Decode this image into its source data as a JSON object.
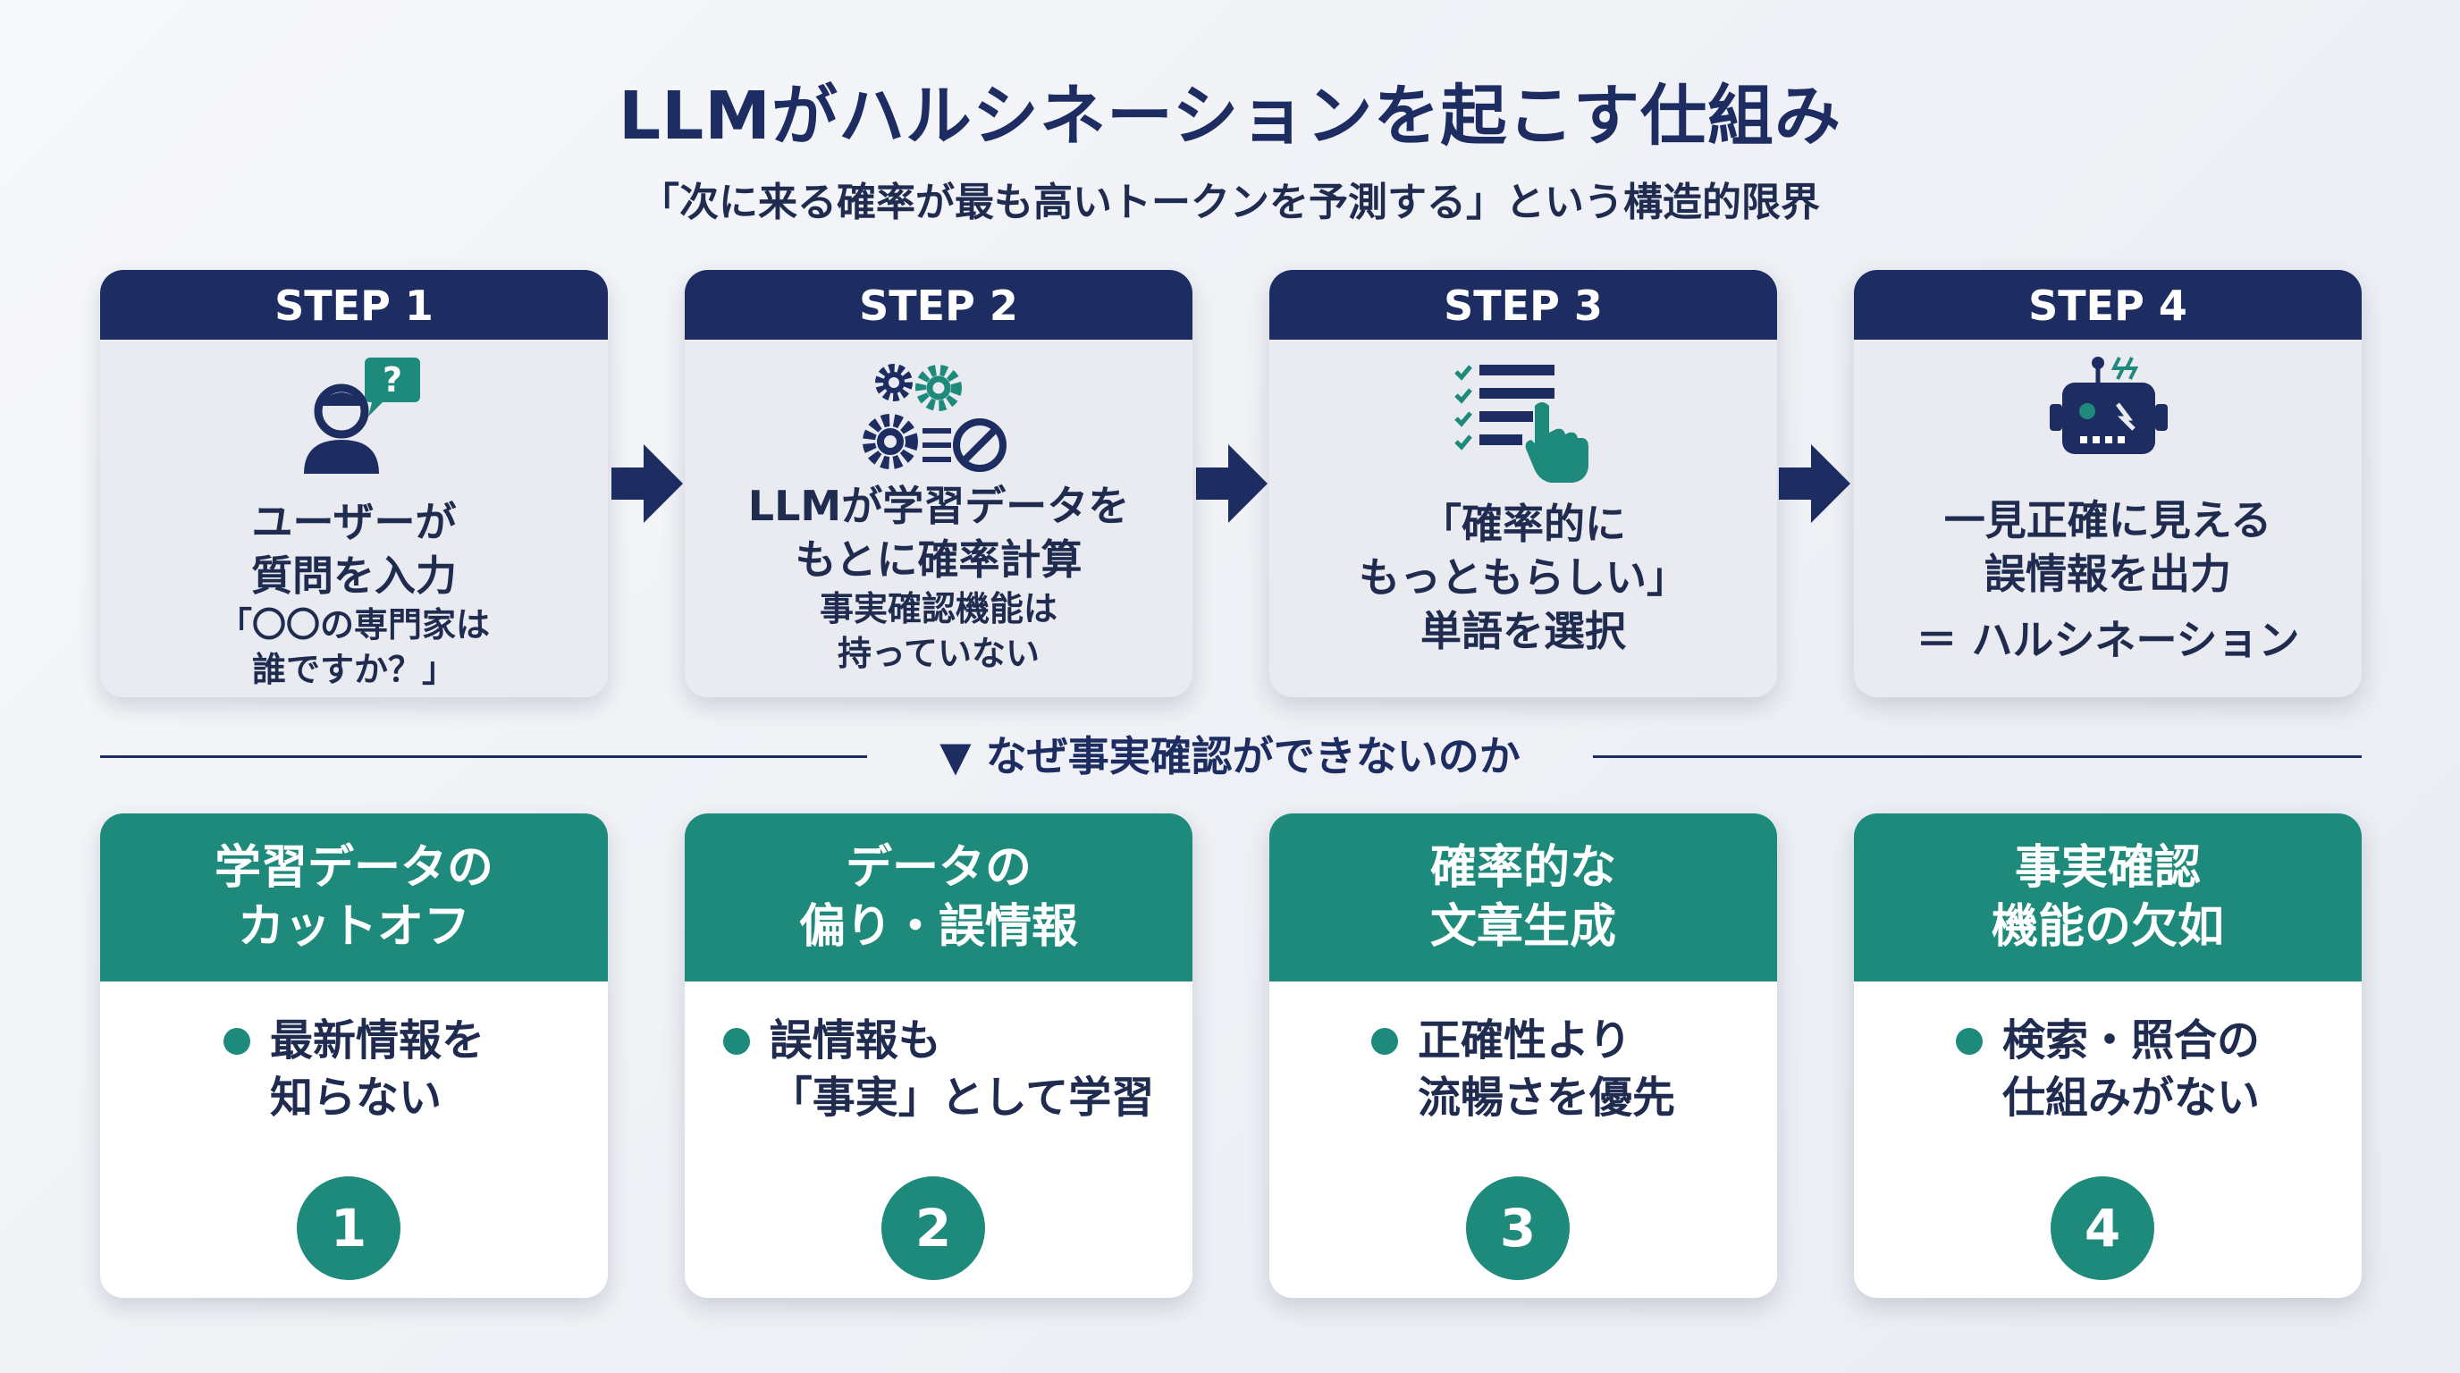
{
  "title": "LLMがハルシネーションを起こす仕組み",
  "subtitle": "「次に来る確率が最も高いトークンを予測する」という構造的限界",
  "steps": [
    {
      "label": "STEP 1",
      "lines": [
        "ユーザーが",
        "質問を入力"
      ],
      "sub": [
        "「〇〇の専門家は",
        "誰ですか？」"
      ],
      "icon": "user-question-icon"
    },
    {
      "label": "STEP 2",
      "lines": [
        "LLMが学習データを",
        "もとに確率計算"
      ],
      "sub": [
        "事実確認機能は",
        "持っていない"
      ],
      "icon": "gears-no-icon"
    },
    {
      "label": "STEP 3",
      "lines": [
        "「確率的に",
        "もっともらしい」",
        "単語を選択"
      ],
      "sub": [],
      "icon": "checklist-hand-icon"
    },
    {
      "label": "STEP 4",
      "lines": [
        "一見正確に見える",
        "誤情報を出力"
      ],
      "sub": [
        "＝ ハルシネーション"
      ],
      "icon": "broken-robot-icon"
    }
  ],
  "divider": "▼ なぜ事実確認ができないのか",
  "causes": [
    {
      "head": [
        "学習データの",
        "カットオフ"
      ],
      "point": [
        "最新情報を",
        "知らない"
      ],
      "num": "1"
    },
    {
      "head": [
        "データの",
        "偏り・誤情報"
      ],
      "point": [
        "誤情報も",
        "「事実」として学習"
      ],
      "num": "2"
    },
    {
      "head": [
        "確率的な",
        "文章生成"
      ],
      "point": [
        "正確性より",
        "流暢さを優先"
      ],
      "num": "3"
    },
    {
      "head": [
        "事実確認",
        "機能の欠如"
      ],
      "point": [
        "検索・照合の",
        "仕組みがない"
      ],
      "num": "4"
    }
  ],
  "colors": {
    "navy": "#1d2d62",
    "teal": "#1e8a7c",
    "panel": "#e9ebf0"
  }
}
